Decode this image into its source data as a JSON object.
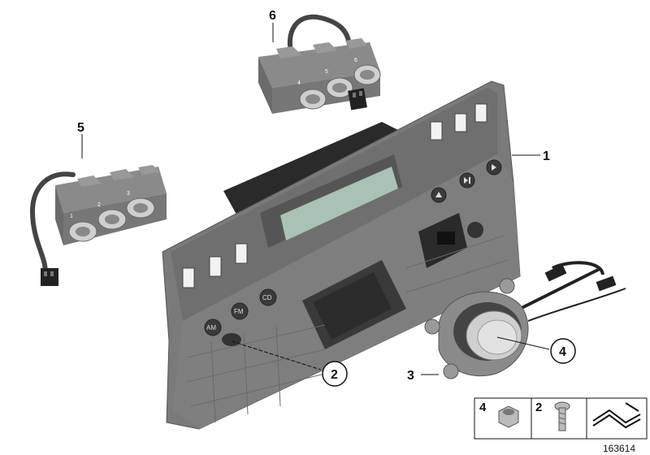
{
  "callouts": {
    "c1": "1",
    "c2": "2",
    "c3": "3",
    "c4": "4",
    "c5": "5",
    "c6": "6"
  },
  "buttons": {
    "cd": "CD",
    "fm": "FM",
    "am": "AM"
  },
  "preset_keys": {
    "left": [
      "1",
      "2",
      "3"
    ],
    "top": [
      "4",
      "5",
      "6"
    ]
  },
  "legend": {
    "item_a": "4",
    "item_b": "2"
  },
  "diagram_id": "163614",
  "colors": {
    "housing": "#7a7a7a",
    "housing_dark": "#5a5a5a",
    "display": "#a9c2b4",
    "knob": "#d6d6d6",
    "line": "#111111"
  }
}
